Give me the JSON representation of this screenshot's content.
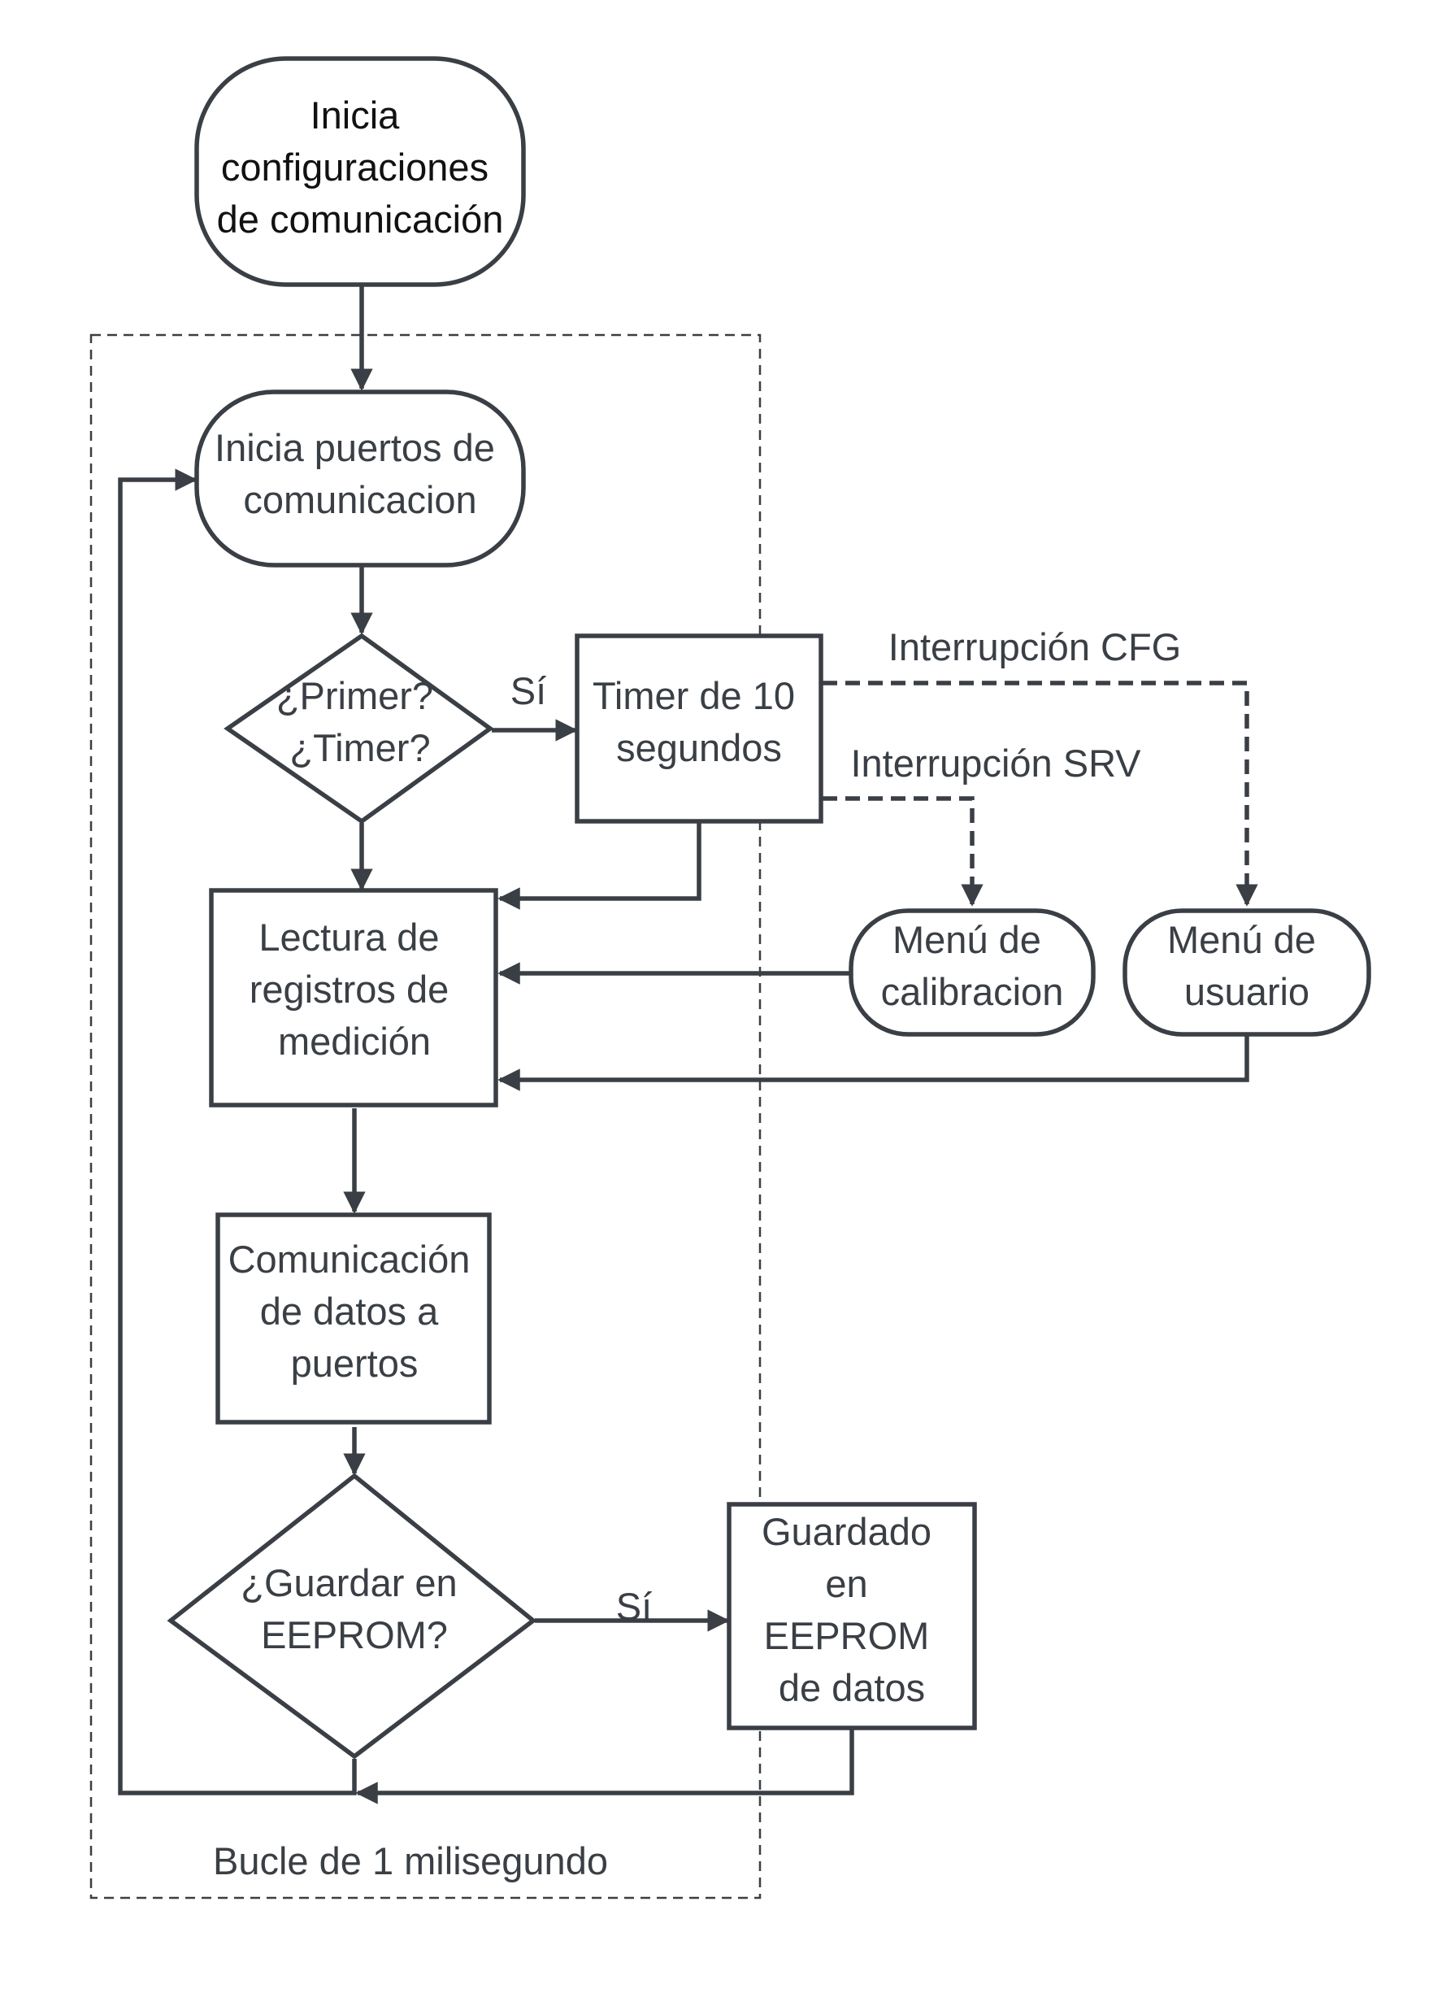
{
  "nodes": {
    "start": [
      "Inicia",
      "configuraciones",
      "de comunicación"
    ],
    "init_ports": [
      "Inicia puertos de",
      "comunicacion"
    ],
    "decision_timer": [
      "¿Primer?",
      "¿Timer?"
    ],
    "timer": [
      "Timer de 10",
      "segundos"
    ],
    "read_registers": [
      "Lectura de",
      "registros de",
      "medición"
    ],
    "comm_data": [
      "Comunicación",
      "de datos a",
      "puertos"
    ],
    "decision_eeprom": [
      "¿Guardar en",
      "EEPROM?"
    ],
    "save_eeprom": [
      "Guardado",
      "en",
      "EEPROM",
      "de datos"
    ],
    "menu_calibration": [
      "Menú de",
      "calibracion"
    ],
    "menu_user": [
      "Menú de",
      "usuario"
    ]
  },
  "edge_labels": {
    "yes_timer": "Sí",
    "yes_eeprom": "Sí",
    "interrupt_cfg": "Interrupción CFG",
    "interrupt_srv": "Interrupción SRV"
  },
  "loop_label": "Bucle de 1 milisegundo",
  "colors": {
    "stroke": "#3a3f45",
    "text": "#3a3f45",
    "start_text": "#111111",
    "background": "#ffffff"
  }
}
